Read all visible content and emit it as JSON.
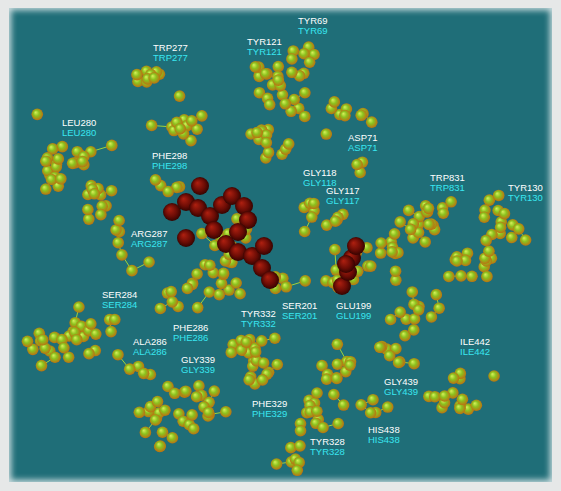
{
  "diagram": {
    "labels": [
      "TYR69",
      "TYR69",
      "TRP277",
      "TRP277",
      "TYR121",
      "TYR121",
      "LEU280",
      "LEU280",
      "ASP71",
      "ASP71",
      "PHE298",
      "PHE298",
      "GLY118",
      "GLY118",
      "GLY117",
      "GLY117",
      "TRP831",
      "TRP831",
      "TYR130",
      "TYR130",
      "ARG287",
      "ARG287",
      "SER201",
      "SER201",
      "GLU199",
      "GLU199",
      "SER284",
      "SER284",
      "PHE286",
      "PHE286",
      "ALA286",
      "ALA286",
      "TYR332",
      "TYR332",
      "GLY339",
      "GLY339",
      "ILE442",
      "ILE442",
      "GLY439",
      "GLY439",
      "PHE329",
      "PHE329",
      "HIS438",
      "HIS438",
      "TYR328",
      "TYR328"
    ]
  }
}
